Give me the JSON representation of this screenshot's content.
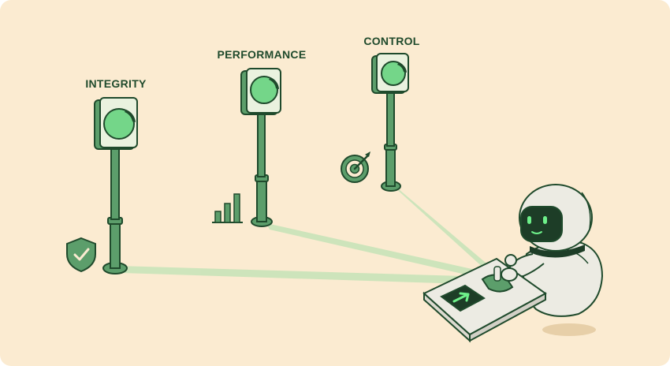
{
  "labels": {
    "integrity": "INTEGRITY",
    "performance": "PERFORMANCE",
    "control": "CONTROL"
  },
  "icons": {
    "integrity": "shield-check-icon",
    "performance": "bar-chart-icon",
    "control": "target-icon",
    "console": "arrow-up-right-icon"
  },
  "colors": {
    "background": "#fbebd1",
    "pole": "#5c9e6b",
    "outline": "#1f4a2c",
    "lamp": "#74d689",
    "beam": "#c9e4b9",
    "robot_body": "#ecebe3",
    "robot_face": "#1d3d27",
    "robot_eyes": "#6ef08a"
  }
}
